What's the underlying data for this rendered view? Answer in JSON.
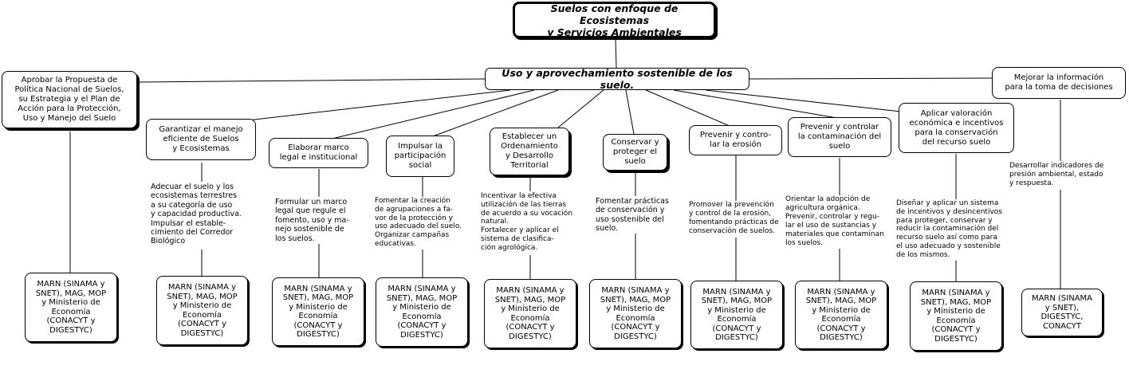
{
  "root": "Suelos con enfoque de Ecosistemas\ny Servicios Ambientales",
  "main": "Uso y aprovechamiento sostenible de los suelo.",
  "branches": [
    {
      "title": "Aprobar la Propuesta de\nPolítica Nacional de Suelos,\nsu Estrategia y el Plan de\nAcción para la Protección,\nUso y Manejo del Suelo",
      "text": "",
      "org": "MARN (SINAMA y\nSNET), MAG, MOP\ny Ministerio de\nEconomía\n(CONACYT y\nDIGESTYC)"
    },
    {
      "title": "Garantizar el manejo\neficiente de Suelos\ny Ecosistemas",
      "text": "Adecuar el suelo y los\necosistemas terrestres\na su categoría de uso\ny capacidad productiva.\nImpulsar el estable-\ncimiento del Corredor\nBiológico",
      "org": "MARN (SINAMA y\nSNET), MAG, MOP\ny Ministerio de\nEconomía\n(CONACYT y\nDIGESTYC)"
    },
    {
      "title": "Elaborar marco\nlegal e institucional",
      "text": "Formular un marco\nlegal que regule el\nfomento, uso y ma-\nnejo sostenible de\nlos suelos.",
      "org": "MARN (SINAMA y\nSNET), MAG, MOP\ny Ministerio de\nEconomía\n(CONACYT y\nDIGESTYC)"
    },
    {
      "title": "Impulsar la\nparticipación\nsocial",
      "text": "Fomentar la creación\nde agrupaciones a fa-\nvor de la protección y\nuso adecuado del suelo.\nOrganizar campañas\neducativas.",
      "org": "MARN (SINAMA y\nSNET), MAG, MOP\ny Ministerio de\nEconomía\n(CONACYT y\nDIGESTYC)"
    },
    {
      "title": "Establecer un\nOrdenamiento\ny Desarrollo\nTerritorial",
      "text": "Incentivar la efectiva\nutilización de las tierras\nde acuerdo a su vocación\nnatural.\nFortalecer y aplicar el\nsistema de clasifica-\nción agrológica.",
      "org": "MARN (SINAMA y\nSNET), MAG, MOP\ny Ministerio de\nEconomía\n(CONACYT y\nDIGESTYC)"
    },
    {
      "title": "Conservar y\nproteger el\nsuelo",
      "text": "Fomentar prácticas\nde conservación y\nuso sostenible del\nsuelo.",
      "org": "MARN (SINAMA y\nSNET), MAG, MOP\ny Ministerio de\nEconomía\n(CONACYT y\nDIGESTYC)"
    },
    {
      "title": "Prevenir y contro-\nlar la erosión",
      "text": "Promover la prevención\ny control de la erosión,\nfomentando prácticas de\nconservación de suelos.",
      "org": "MARN (SINAMA y\nSNET), MAG, MOP\ny Ministerio de\nEconomía\n(CONACYT y\nDIGESTYC)"
    },
    {
      "title": "Prevenir y controlar\nla contaminación del\nsuelo",
      "text": "Orientar la adopción de\nagricultura orgánica.\nPrevenir, controlar y regu-\nlar el uso de sustancias y\nmateriales que contaminan\nlos suelos.",
      "org": "MARN (SINAMA y\nSNET), MAG, MOP\ny Ministerio de\nEconomía\n(CONACYT y\nDIGESTYC)"
    },
    {
      "title": "Aplicar valoración\neconómica e incentivos\npara la conservación\ndel recurso suelo",
      "text": "Diseñar y aplicar un sistema\nde incentivos y desincentivos\npara proteger, conservar y\nreducir la contaminación del\nrecurso suelo así como para\nel uso adecuado y sostenible\nde los mismos.",
      "org": "MARN (SINAMA y\nSNET), MAG, MOP\ny Ministerio de\nEconomía\n(CONACYT y\nDIGESTYC)"
    },
    {
      "title": "Mejorar la información\npara la toma de decisiones",
      "text": "Desarrollar indicadores de\npresión ambiental, estado\n y respuesta.",
      "org": "MARN (SINAMA\ny SNET),\nDIGESTYC,\nCONACYT"
    }
  ]
}
